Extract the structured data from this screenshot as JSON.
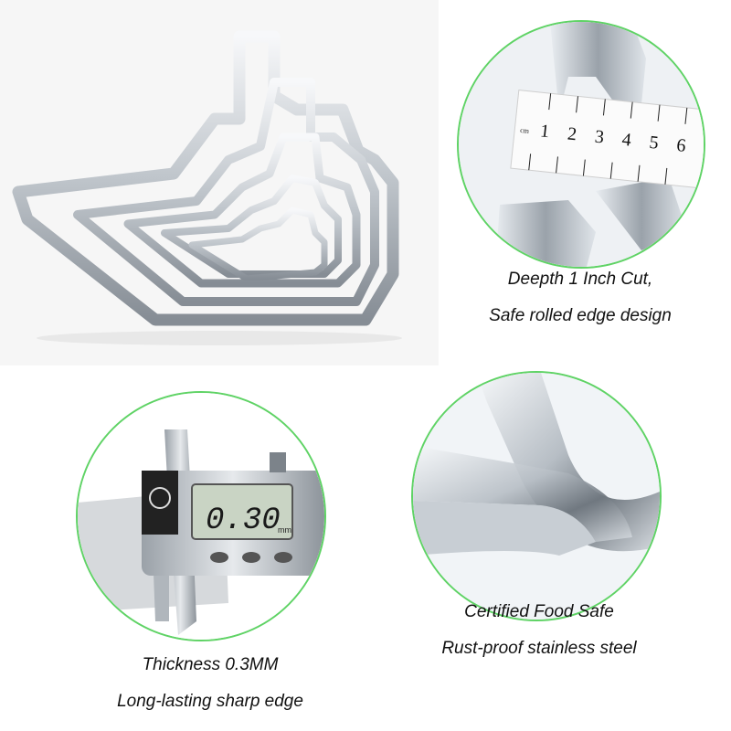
{
  "features": [
    {
      "id": "depth",
      "lines": [
        "Deepth 1 Inch Cut,",
        "Safe rolled edge design"
      ],
      "ruler_unit": "cm",
      "ruler_numbers": [
        "1",
        "2",
        "3",
        "4",
        "5",
        "6"
      ]
    },
    {
      "id": "food-safe",
      "lines": [
        "Certified Food Safe",
        "Rust-proof stainless steel"
      ]
    },
    {
      "id": "thickness",
      "lines": [
        "Thickness 0.3MM",
        "Long-lasting sharp edge"
      ],
      "caliper_reading": "0.30",
      "caliper_unit": "mm"
    }
  ],
  "colors": {
    "circle_border": "#5fd365",
    "steel_light": "#eef1f4",
    "steel_dark": "#8f969e",
    "lcd": "#c9d4c4"
  }
}
